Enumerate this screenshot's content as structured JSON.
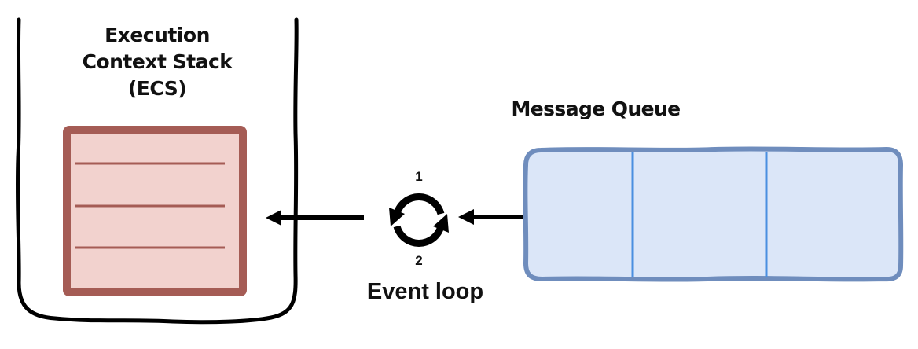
{
  "ecs": {
    "title_lines": [
      "Execution",
      "Context Stack",
      "(ECS)"
    ],
    "stack_frame_rows": 4,
    "colors": {
      "frame_fill": "#f2d2ce",
      "frame_border": "#a55c55",
      "container_stroke": "#000000"
    }
  },
  "event_loop": {
    "label": "Event loop",
    "step_1": "1",
    "step_2": "2",
    "icon": "refresh-cycle-icon"
  },
  "message_queue": {
    "title": "Message Queue",
    "slot_count": 3,
    "colors": {
      "fill": "#dbe6f8",
      "border": "#6f8dbd",
      "divider": "#4a8fe0"
    }
  },
  "arrows": [
    {
      "name": "queue-to-event-loop",
      "direction": "left"
    },
    {
      "name": "event-loop-to-ecs",
      "direction": "left"
    }
  ]
}
